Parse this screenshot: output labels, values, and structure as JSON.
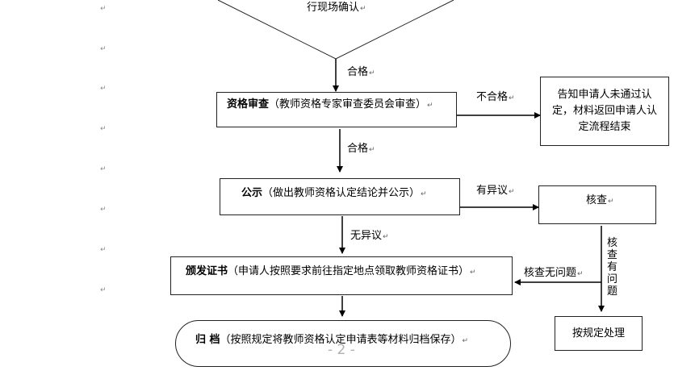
{
  "left_marks": [
    "↵",
    "↵",
    "↵",
    "↵",
    "↵",
    "↵",
    "↵",
    "↵"
  ],
  "nodes": {
    "top_text": "行现场确认",
    "review_bold": "资格审查",
    "review_rest": "（教师资格专家审查委员会审查）",
    "notify": "告知申请人未通过认定，材料返回申请人认定流程结束",
    "publicity_bold": "公示",
    "publicity_rest": "（做出教师资格认定结论并公示）",
    "verify": "核查",
    "certificate_bold": "颁发证书",
    "certificate_rest": "（申请人按照要求前往指定地点领取教师资格证书）",
    "handle": "按规定处理",
    "archive_bold": "归  档",
    "archive_rest": "（按照规定将教师资格认定申请表等材料归档保存）"
  },
  "edges": {
    "pass1": "合格",
    "fail": "不合格",
    "pass2": "合格",
    "objection": "有异议",
    "no_objection": "无异议",
    "verified_ok": "核查无问题",
    "verified_problem": "核查有问题"
  },
  "return_mark": "↵",
  "page_number": "- 2 -"
}
